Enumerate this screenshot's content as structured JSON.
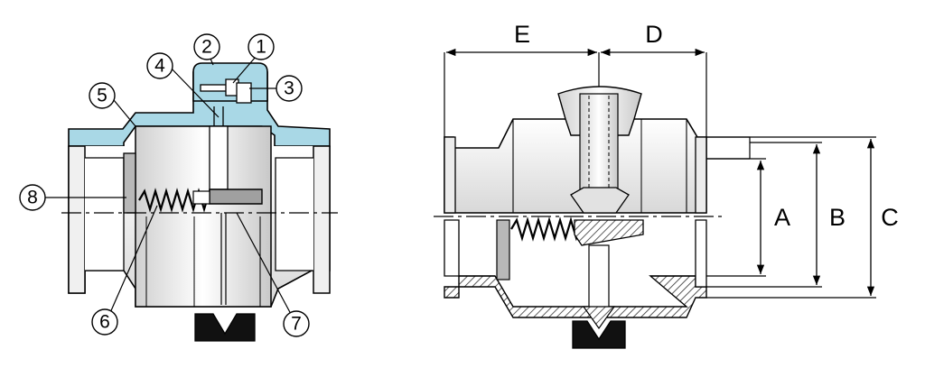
{
  "callouts": [
    "1",
    "2",
    "3",
    "4",
    "5",
    "6",
    "7",
    "8"
  ],
  "dimensions": {
    "A": "A",
    "B": "B",
    "C": "C",
    "D": "D",
    "E": "E"
  },
  "colors": {
    "housing": "#a9d8e6",
    "metal": "#f4f4f4",
    "shade": "#cfcfcf",
    "dark": "#222222",
    "line": "#000000",
    "hatch": "#555555",
    "blue_line": "#3a3a3a"
  },
  "icons": [
    "valve-section-view",
    "valve-dimension-view"
  ]
}
